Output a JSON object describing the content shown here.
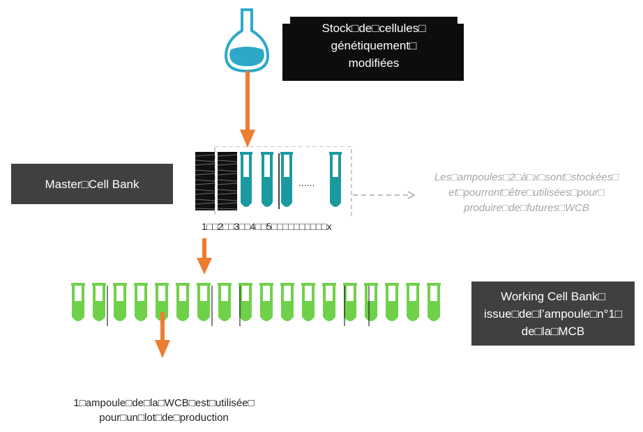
{
  "stock_box": {
    "text": "Stock□de□cellules□\ngénétiquement□\nmodifiées"
  },
  "mcb_box": {
    "text": "Master□Cell Bank"
  },
  "wcb_box": {
    "text": "Working Cell Bank□\nissue□de□l’ampoule□n°1□\nde□la□MCB"
  },
  "stored_note": {
    "text": "Les□ampoules□2□à□x□sont□stockées□\net□pourront□être□utilisées□pour□\nproduire□de□futures□WCB"
  },
  "ampoule_numbers": {
    "text": "1□□2□□3□□4□□5□□□□□□□□□□x"
  },
  "ellipsis": "......",
  "production_label": {
    "text": "1□ampoule□de□la□WCB□est□utilisée□\npour□un□lot□de□production"
  },
  "colors": {
    "arrow": "#ed7d31",
    "flask_liquid": "#2ea8c9",
    "mcb_tube": "#1a9aa0",
    "wcb_tube": "#6fd14a",
    "dark_box": "#404040",
    "black_box": "#0d0d0d",
    "note_text": "#a6a6a6"
  },
  "icons": {
    "flask": "flask-icon",
    "tube": "test-tube-icon"
  }
}
